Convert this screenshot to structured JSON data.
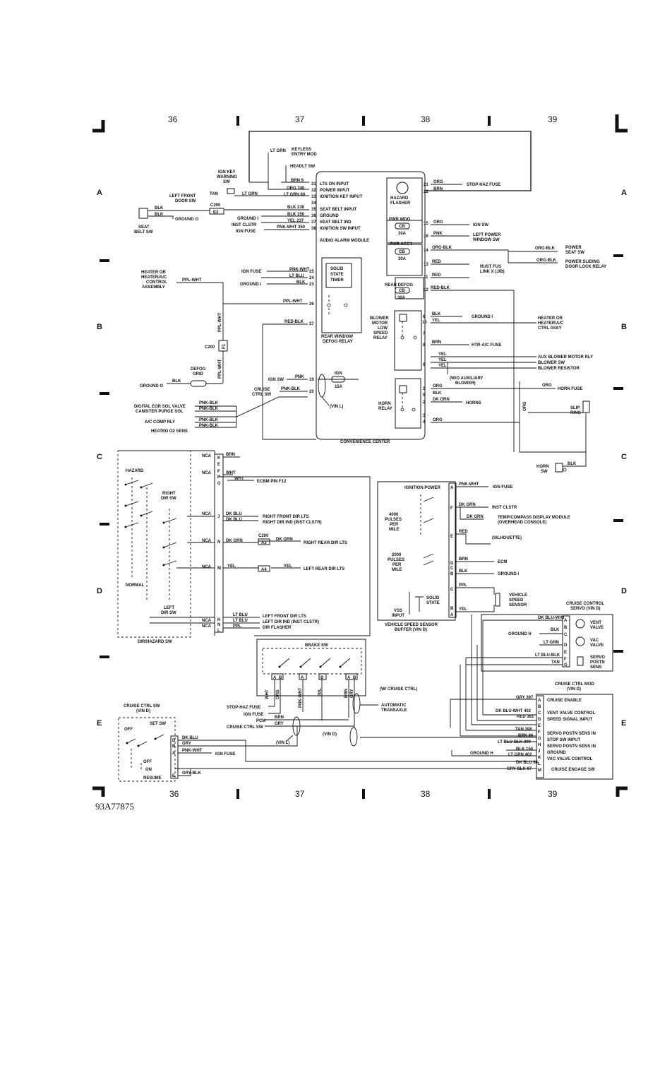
{
  "grid": {
    "top": [
      "36",
      "37",
      "38",
      "39"
    ],
    "bottom": [
      "36",
      "37",
      "38",
      "39"
    ],
    "rows_left": [
      "A",
      "B",
      "C",
      "D",
      "E"
    ],
    "rows_right": [
      "A",
      "B",
      "C",
      "D",
      "E"
    ]
  },
  "figure_ref": "93A77875",
  "audio": {
    "title": "AUDIO ALARM MODULE",
    "pins": [
      "31",
      "32",
      "33",
      "34",
      "35",
      "36",
      "37",
      "38"
    ],
    "funcs": [
      "LTS ON INPUT",
      "POWER INPUT",
      "IGNITION KEY INPUT",
      "SEAT BELT INPUT",
      "GROUND",
      "SEAT BELT IND",
      "IGNITION SW INPUT"
    ],
    "wires": [
      "BRN 9",
      "ORG 740",
      "LT GRN 80",
      "BLK 236",
      "BLK 150",
      "YEL 237",
      "PNK-WHT 350"
    ],
    "labels": {
      "lt_grn": "LT GRN",
      "keyless": "KEYLESS",
      "entry": "ENTRY MOD",
      "headlt": "HEADLT SW",
      "ign_key1": "IGN KEY",
      "ign_key2": "WARNING",
      "ign_key3": "SW",
      "lt_grn2": "LT GRN",
      "tan": "TAN",
      "left_door1": "LEFT FRONT",
      "left_door2": "DOOR SW",
      "c200": "C200",
      "e2": "E2",
      "blk1": "BLK",
      "blk2": "BLK",
      "ground_o": "GROUND O",
      "seat1": "SEAT",
      "seat2": "BELT SW",
      "ground_i": "GROUND I",
      "inst": "INST CLSTR",
      "ign_fuse": "IGN FUSE"
    }
  },
  "hazard": {
    "pins": [
      "21",
      "22"
    ],
    "wires": [
      "ORG",
      "BRN"
    ],
    "dest": "STOP-HAZ FUSE",
    "name1": "HAZARD",
    "name2": "FLASHER"
  },
  "pwr_wdo": {
    "title": "PWR WDO",
    "cb": "CB",
    "amp": "30A",
    "pins": [
      "15",
      "16"
    ],
    "wires": [
      "ORG",
      "PNK"
    ],
    "dest1": "IGN SW",
    "dest2a": "LEFT POWER",
    "dest2b": "WINDOW SW"
  },
  "pwr_accy": {
    "title": "PWR ACCY",
    "cb": "CB",
    "amp": "30A",
    "pins": [
      "14",
      "13",
      "11"
    ],
    "wires": [
      "ORG-BLK",
      "RED",
      "RED"
    ],
    "right_wire1": "ORG-BLK",
    "right_wire2": "ORG-BLK",
    "dest1a": "POWER",
    "dest1b": "SEAT SW",
    "dest2a": "POWER SLIDING",
    "dest2b": "DOOR LOCK RELAY",
    "rust1": "RUST FUS",
    "rust2": "LINK X (J/B)"
  },
  "rear_defog": {
    "title": "REAR DEFOG",
    "cb": "CB",
    "amp": "30A",
    "pin": "12",
    "wire": "RED-BLK"
  },
  "timer": {
    "title1": "SOLID",
    "title2": "STATE",
    "title3": "TIMER",
    "pins": [
      "25",
      "24",
      "23",
      "26",
      "27"
    ],
    "wires": [
      "PNK-WHT",
      "LT BLU",
      "BLK",
      "PPL-WHT",
      "RED-BLK"
    ],
    "relay1": "REAR WINDOW",
    "relay2": "DEFOG RELAY",
    "ign_fuse": "IGN FUSE",
    "ground_i": "GROUND I",
    "heater1": "HEATER OR",
    "heater2": "HEATER/A/C",
    "heater3": "CONTROL",
    "heater4": "ASSEMBLY",
    "ppl_wht": "PPL-WHT",
    "ppl_wht_v": "PPL-WHT",
    "c200": "C200",
    "f1": "F1",
    "ppl_wht_v2": "PPL-WHT",
    "defog1": "DEFOG",
    "defog2": "GRID",
    "ground_o": "GROUND O",
    "blk": "BLK"
  },
  "blower": {
    "name1": "BLOWER",
    "name2": "MOTOR",
    "name3": "LOW",
    "name4": "SPEED",
    "name5": "RELAY",
    "pins": [
      "6",
      "10",
      "7",
      "8",
      "9"
    ],
    "wires": [
      "BLK",
      "YEL",
      "BRN",
      "YEL",
      "YEL",
      "YEL"
    ],
    "dest1": "GROUND I",
    "dest2a": "HEATER OR",
    "dest2b": "HEATER/A/C",
    "dest2c": "CTRL ASSY",
    "dest3": "HTR-A/C FUSE",
    "dest4": "AUX BLOWER MOTOR RLY",
    "dest5": "BLOWER SW",
    "dest6": "BLOWER RESISTOR",
    "note1": "(W/O AUXILIARY",
    "note2": "BLOWER)"
  },
  "ign_fuse": {
    "pins": [
      "19",
      "20"
    ],
    "wires": [
      "PNK",
      "PNK-BLK"
    ],
    "ign_sw": "IGN SW",
    "cruise1": "CRUISE",
    "cruise2": "CTRL SW",
    "fuse1": "IGN",
    "fuse2": "15A",
    "vin": "(VIN L)",
    "pnk_blk": [
      "PNK-BLK",
      "PNK-BLK",
      "PNK-BLK",
      "PNK-BLK"
    ],
    "dests": [
      "DIGITAL EGR SOL VALVE",
      "CANISTER PURGE SOL",
      "A/C COMP RLY",
      "HEATED O2 SENS"
    ]
  },
  "horn": {
    "name1": "HORN",
    "name2": "RELAY",
    "pins": [
      "1",
      "5",
      "2",
      "3",
      "4"
    ],
    "wires": [
      "ORG",
      "BLK",
      "DK GRN",
      "ORG"
    ],
    "horns": "HORNS",
    "org_right": "ORG",
    "horn_fuse": "HORN FUSE",
    "org_v": "ORG",
    "slip1": "SLIP",
    "slip2": "RING",
    "horn_sw1": "HORN",
    "horn_sw2": "SW",
    "blk": "BLK"
  },
  "convenience": {
    "title": "CONVENIENCE CENTER"
  },
  "dir": {
    "title": "DIR/HAZARD SW",
    "pins": [
      "K",
      "E",
      "F",
      "P",
      "G",
      "J",
      "N",
      "M",
      "H",
      "N",
      "L"
    ],
    "nca": [
      "NCA",
      "NCA",
      "NCA",
      "NCA",
      "NCA",
      "NCA",
      "NCA"
    ],
    "wires": [
      "BRN",
      "WHT",
      "WHT",
      "DK BLU",
      "DK BLU",
      "DK GRN",
      "DK GRN",
      "YEL",
      "YEL",
      "LT BLU",
      "LT BLU",
      "PPL"
    ],
    "c200": "C200",
    "a3": "A3",
    "a4": "A4",
    "dests": [
      "ECBM PIN F12",
      "RIGHT FRONT DIR LTS",
      "RIGHT DIR IND (INST CLSTR)",
      "RIGHT REAR DIR LTS",
      "LEFT REAR DIR LTS",
      "LEFT FRONT DIR LTS",
      "LEFT DIR IND (INST CLSTR)",
      "DIR FLASHER"
    ],
    "hazard": "HAZARD",
    "right1": "RIGHT",
    "right2": "DIR SW",
    "normal": "NORMAL",
    "left1": "LEFT",
    "left2": "DIR SW"
  },
  "vss": {
    "title1": "VEHICLE SPEED SENSOR",
    "title2": "BUFFER (VIN D)",
    "ign_power": "IGNITION POWER",
    "pins": [
      "A",
      "F",
      "E",
      "D",
      "C",
      "B",
      "C",
      "B",
      "A"
    ],
    "wires": [
      "PNK-WHT",
      "DK GRN",
      "DK GRN",
      "RED",
      "BRN",
      "BLK",
      "PPL",
      "YEL"
    ],
    "dests": [
      "IGN FUSE",
      "INST CLSTR",
      "TEMP/COMPASS DISPLAY MODULE",
      "(OVERHEAD CONSOLE)",
      "(SILHOUETTE)",
      "ECM",
      "GROUND I"
    ],
    "p4000a": "4000",
    "p4000b": "PULSES",
    "p4000c": "PER",
    "p4000d": "MILE",
    "p2000a": "2000",
    "p2000b": "PULSES",
    "p2000c": "PER",
    "p2000d": "MILE",
    "solid1": "SOLID",
    "solid2": "STATE",
    "vss1": "VSS",
    "vss2": "INPUT",
    "sensor1": "VEHICLE",
    "sensor2": "SPEED",
    "sensor3": "SENSOR"
  },
  "servo": {
    "title1": "CRUISE CONTROL",
    "title2": "SERVO (VIN D)",
    "pins": [
      "A",
      "B",
      "C",
      "D",
      "E",
      "F",
      "G"
    ],
    "wires": [
      "DK BLU-WHT",
      "BLK",
      "LT GRN",
      "LT BLU-BLK",
      "TAN"
    ],
    "ground": "GROUND H",
    "vent1": "VENT",
    "vent2": "VALVE",
    "vac1": "VAC",
    "vac2": "VALVE",
    "servo1": "SERVO",
    "servo2": "POSTN",
    "servo3": "SENS"
  },
  "cruise_mod": {
    "title1": "CRUISE CTRL MOD",
    "title2": "(VIN D)",
    "pins": [
      "A",
      "B",
      "C",
      "D",
      "E",
      "F",
      "G",
      "H",
      "J",
      "K",
      "L",
      "M"
    ],
    "wires": [
      "GRY 397",
      "DK BLU-WHT 402",
      "RED 381",
      "TAN 398",
      "BRN 86",
      "LT BLU-BLK 399",
      "BLK 150",
      "LT GRN 402",
      "DK BLU 84",
      "GRY-BLK 87"
    ],
    "funcs": [
      "CRUISE ENABLE",
      "VENT VALVE CONTROL",
      "SPEED SIGNAL INPUT",
      "SERVO POSTN SENS IN",
      "STOP SW INPUT",
      "SERVO POSTN SENS IN",
      "GROUND",
      "VAC VALVE CONTROL",
      "CRUISE ENGAGE SW"
    ],
    "ground": "GROUND H"
  },
  "brake": {
    "title": "BRAKE SW",
    "pins": [
      "A",
      "B",
      "A",
      "B",
      "A",
      "B"
    ],
    "vwires": [
      "WHT",
      "ORG",
      "PNK-WHT",
      "PPL",
      "BRN",
      "GRY"
    ],
    "note": "(W/ CRUISE CTRL)",
    "trans1": "AUTOMATIC",
    "trans2": "TRANSAXLE",
    "stop_haz": "STOP-HAZ FUSE",
    "ign_fuse": "IGN FUSE",
    "pcm": "PCM",
    "cruise_sw": "CRUISE CTRL SW",
    "brn": "BRN",
    "gry": "GRY",
    "vin_l": "(VIN L)",
    "vin_d": "(VIN D)"
  },
  "cruise_sw": {
    "title1": "CRUISE CTRL SW",
    "title2": "(VIN D)",
    "set": "SET SW",
    "off1": "OFF",
    "on": "ON",
    "off2": "OFF",
    "resume": "RESUME",
    "pins": [
      "D",
      "B",
      "A",
      "E"
    ],
    "wires": [
      "DK BLU",
      "GRY",
      "PNK-WHT",
      "GRY-BLK"
    ],
    "ign_fuse": "IGN FUSE"
  }
}
